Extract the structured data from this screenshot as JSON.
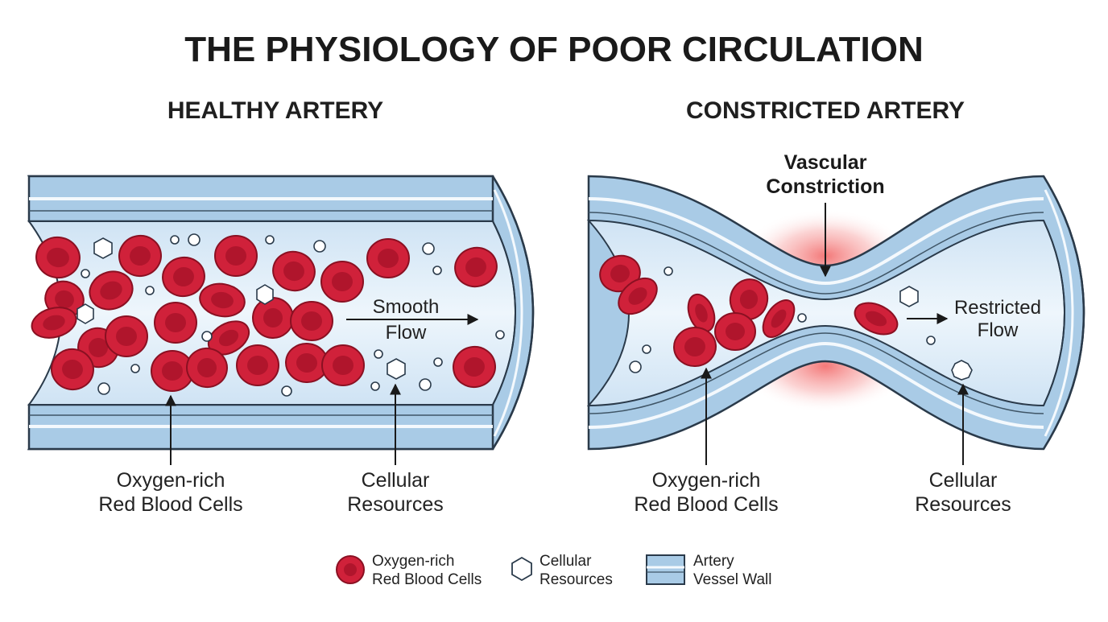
{
  "title": "THE PHYSIOLOGY OF POOR CIRCULATION",
  "panels": {
    "healthy": {
      "heading": "HEALTHY ARTERY",
      "flow_line1": "Smooth",
      "flow_line2": "Flow",
      "rbc_label_line1": "Oxygen-rich",
      "rbc_label_line2": "Red Blood Cells",
      "resource_label_line1": "Cellular",
      "resource_label_line2": "Resources"
    },
    "constricted": {
      "heading": "CONSTRICTED ARTERY",
      "callout_line1": "Vascular",
      "callout_line2": "Constriction",
      "flow_line1": "Restricted",
      "flow_line2": "Flow",
      "rbc_label_line1": "Oxygen-rich",
      "rbc_label_line2": "Red Blood Cells",
      "resource_label_line1": "Cellular",
      "resource_label_line2": "Resources"
    }
  },
  "legend": {
    "rbc_line1": "Oxygen-rich",
    "rbc_line2": "Red Blood Cells",
    "resource_line1": "Cellular",
    "resource_line2": "Resources",
    "wall_line1": "Artery",
    "wall_line2": "Vessel Wall"
  },
  "colors": {
    "rbc_fill": "#d0213a",
    "rbc_center": "#b0152c",
    "vessel_wall": "#a9cbe6",
    "vessel_lumen": "#dcecf8",
    "constriction_glow": "#ef4b4b"
  },
  "icons": {
    "rbc": "red-blood-cell-icon",
    "resource": "hexagon-icon",
    "wall": "vessel-wall-icon"
  }
}
